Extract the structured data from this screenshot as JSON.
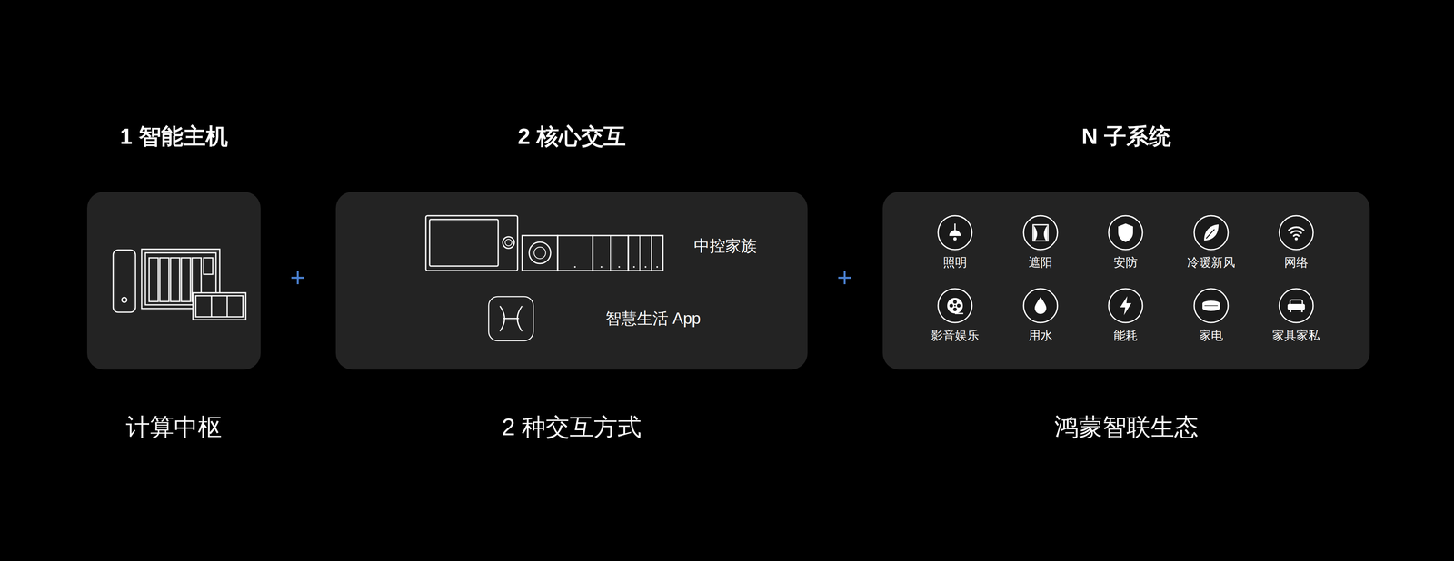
{
  "diagram": {
    "nodes": [
      {
        "text": [
          "1 智能主机",
          "计算中枢"
        ]
      },
      {
        "text": [
          "2 核心交互",
          "2 种交互方式"
        ]
      },
      {
        "text": [
          "N 子系统",
          "鸿蒙智联生态"
        ]
      },
      {
        "text": [
          "照明"
        ],
        "in": 2
      },
      {
        "text": [
          "遮阳"
        ],
        "in": 2
      },
      {
        "text": [
          "安防"
        ],
        "in": 2
      },
      {
        "text": [
          "冷暖新风"
        ],
        "in": 2
      },
      {
        "text": [
          "网络"
        ],
        "in": 2
      },
      {
        "text": [
          "影音娱乐"
        ],
        "in": 2
      },
      {
        "text": [
          "用水"
        ],
        "in": 2
      },
      {
        "text": [
          "能耗"
        ],
        "in": 2
      },
      {
        "text": [
          "家电"
        ],
        "in": 2
      },
      {
        "text": [
          "家具家私"
        ],
        "in": 2
      }
    ],
    "labels": [
      "中控家族",
      "智慧生活 App",
      "+",
      "+"
    ]
  }
}
